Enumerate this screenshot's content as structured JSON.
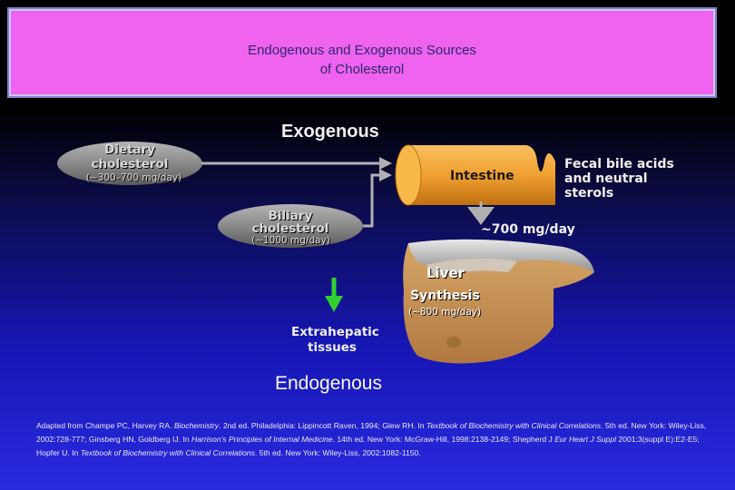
{
  "title": {
    "line1": "Endogenous and Exogenous Sources",
    "line2": "of Cholesterol"
  },
  "exogenous_label": "Exogenous",
  "endogenous_label": "Endogenous",
  "dietary": {
    "line1": "Dietary",
    "line2": "cholesterol",
    "amount": "(~300–700 mg/day)"
  },
  "biliary": {
    "line1": "Biliary",
    "line2": "cholesterol",
    "amount": "(~1000 mg/day)"
  },
  "intestine_label": "Intestine",
  "fecal": {
    "line1": "Fecal bile acids",
    "line2": "and neutral",
    "line3": "sterols"
  },
  "to_liver_amount": "~700 mg/day",
  "liver_label": "Liver",
  "synthesis": {
    "label": "Synthesis",
    "amount": "(~800 mg/day)"
  },
  "extrahepatic": {
    "line1": "Extrahepatic",
    "line2": "tissues"
  },
  "references": {
    "p1": "Adapted from Champe PC, Harvey RA. ",
    "p2": "Biochemistry",
    "p3": ". 2nd ed. Philadelphia: Lippincott Raven, 1994; Glew RH. In ",
    "p4": "Textbook of Biochemistry with Clinical Correlations",
    "p5": ". 5th ed. New York: Wiley-Liss, 2002:728-777; Ginsberg HN, Goldberg IJ. In ",
    "p6": "Harrison’s Principles of Internal Medicine",
    "p7": ". 14th ed. New York: McGraw-Hill, 1998:2138-2149; Shepherd J ",
    "p8": "Eur Heart J Suppl",
    "p9": " 2001;3(suppl E):E2-E5; Hopfer U. In ",
    "p10": "Textbook of Biochemistry with Clinical Correlations",
    "p11": ". 5th ed. New York: Wiley-Liss, 2002:1082-1150."
  },
  "colors": {
    "title_bg": "#f062f0",
    "intestine_orange": "#f0a030",
    "liver_tan": "#c8965a",
    "arrow_green": "#30d030",
    "ellipse_gray": "#8c8c8c"
  }
}
